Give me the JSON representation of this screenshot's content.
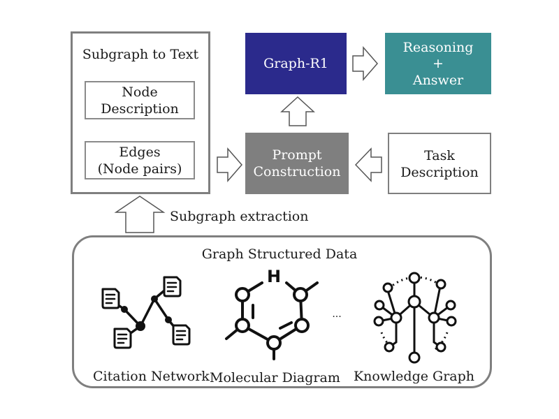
{
  "subgraph_to_text": {
    "title": "Subgraph to Text",
    "node_line1": "Node",
    "node_line2": "Description",
    "edges_line1": "Edges",
    "edges_line2": "(Node pairs)"
  },
  "graph_r1": {
    "label": "Graph-R1"
  },
  "reasoning": {
    "line1": "Reasoning",
    "line2": "+",
    "line3": "Answer"
  },
  "prompt": {
    "line1": "Prompt",
    "line2": "Construction"
  },
  "task": {
    "line1": "Task",
    "line2": "Description"
  },
  "extraction": {
    "label": "Subgraph extraction"
  },
  "graph_data": {
    "title": "Graph Structured Data",
    "ellipsis": "...",
    "captions": {
      "citation": "Citation Network",
      "molecular": "Molecular Diagram",
      "knowledge": "Knowledge Graph"
    },
    "atom_label": "H"
  },
  "colors": {
    "graph_r1": "#2b2a8c",
    "reasoning": "#3a8f93",
    "prompt": "#7f7f7f",
    "border": "#7f7f7f"
  }
}
